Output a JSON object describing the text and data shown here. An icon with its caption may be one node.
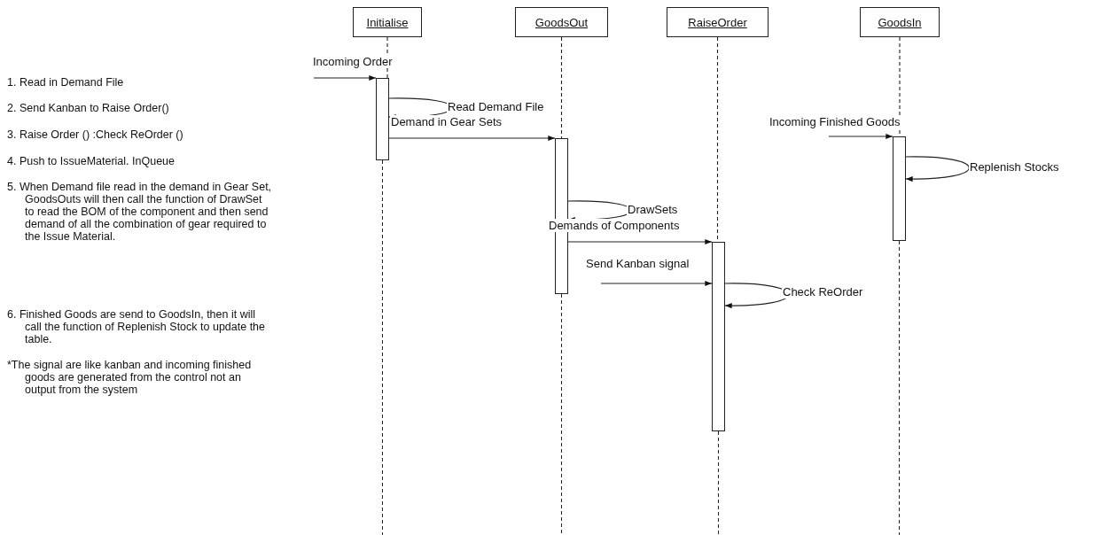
{
  "diagram": {
    "nodes": [
      {
        "text": [
          "Initialise"
        ]
      },
      {
        "text": [
          "GoodsOut"
        ]
      },
      {
        "text": [
          "RaiseOrder"
        ]
      },
      {
        "text": [
          "GoodsIn"
        ]
      },
      {
        "text": [],
        "shape": "bar"
      },
      {
        "text": [],
        "shape": "bar"
      },
      {
        "text": [],
        "shape": "bar"
      },
      {
        "text": [],
        "shape": "bar"
      }
    ],
    "edges": [
      {
        "from": 0,
        "to": 4,
        "arrow": "none",
        "style": "dashed"
      },
      {
        "from": 1,
        "to": 5,
        "arrow": "none",
        "style": "dashed"
      },
      {
        "from": 2,
        "to": 6,
        "arrow": "none",
        "style": "dashed"
      },
      {
        "from": 3,
        "to": 7,
        "arrow": "none",
        "style": "dashed"
      },
      {
        "from": null,
        "to": 4,
        "arrow": "to",
        "label": "Incoming Order"
      },
      {
        "from": 4,
        "to": 4,
        "arrow": "to",
        "label": "Read Demand File"
      },
      {
        "from": 4,
        "to": 5,
        "arrow": "to",
        "label": "Demand in Gear Sets"
      },
      {
        "from": 5,
        "to": 5,
        "arrow": "to",
        "label": "DrawSets"
      },
      {
        "from": 5,
        "to": 6,
        "arrow": "to",
        "label": "Demands of Components"
      },
      {
        "from": null,
        "to": 6,
        "arrow": "to",
        "label": "Send Kanban signal"
      },
      {
        "from": 6,
        "to": 6,
        "arrow": "to",
        "label": "Check ReOrder"
      },
      {
        "from": null,
        "to": 7,
        "arrow": "to",
        "label": "Incoming Finished Goods"
      },
      {
        "from": 7,
        "to": 7,
        "arrow": "to",
        "label": "Replenish Stocks"
      }
    ],
    "labels": [
      "1. Read in Demand File",
      "2. Send Kanban to Raise Order()",
      "3. Raise Order () :Check ReOrder ()",
      "4. Push to IssueMaterial. InQueue",
      "5. When Demand file read in the demand in Gear Set, GoodsOuts will then call the function of DrawSet to read the BOM of the component and then send demand of all the combination of gear required to the Issue Material.",
      "6. Finished Goods are send to GoodsIn, then it will call the function of Replenish Stock to update the table.",
      "*The signal are like kanban and incoming finished goods are generated from the control not an output from the system"
    ]
  }
}
